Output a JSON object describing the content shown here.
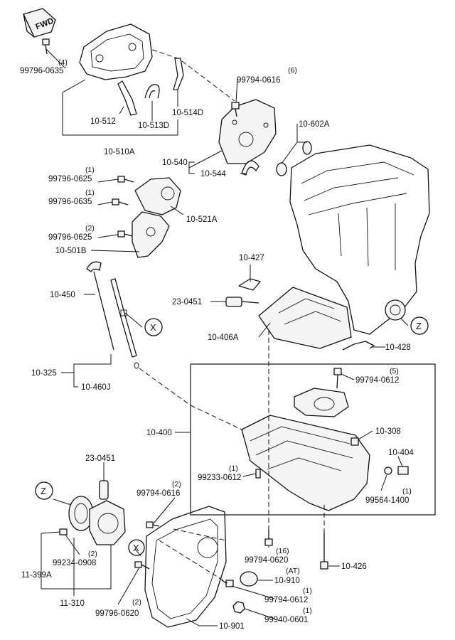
{
  "fwd_badge": "FWD",
  "parts": {
    "p1": {
      "num": "99796-0635",
      "qty": "(4)"
    },
    "p2": {
      "num": "99794-0616",
      "qty": "(6)"
    },
    "p3": {
      "num": "10-512"
    },
    "p4": {
      "num": "10-514D"
    },
    "p5": {
      "num": "10-513D"
    },
    "p6": {
      "num": "10-510A"
    },
    "p7": {
      "num": "10-602A"
    },
    "p8": {
      "num": "10-540"
    },
    "p9": {
      "num": "10-544"
    },
    "p10": {
      "num": "99796-0625",
      "qty": "(1)"
    },
    "p11": {
      "num": "99796-0635",
      "qty": "(1)"
    },
    "p12": {
      "num": "10-521A"
    },
    "p13": {
      "num": "99796-0625",
      "qty": "(2)"
    },
    "p14": {
      "num": "10-501B"
    },
    "p15": {
      "num": "10-427"
    },
    "p16": {
      "num": "10-450"
    },
    "p17": {
      "num": "23-0451"
    },
    "p18": {
      "num": "10-406A"
    },
    "p19": {
      "num": "10-428"
    },
    "p20": {
      "num": "10-325"
    },
    "p21": {
      "num": "10-460J"
    },
    "p22": {
      "num": "99794-0612",
      "qty": "(5)"
    },
    "p23": {
      "num": "10-400"
    },
    "p24": {
      "num": "10-308"
    },
    "p25": {
      "num": "10-404"
    },
    "p26": {
      "num": "99233-0612",
      "qty": "(1)"
    },
    "p27": {
      "num": "99564-1400",
      "qty": "(1)"
    },
    "p28": {
      "num": "23-0451"
    },
    "p29": {
      "num": "99794-0616",
      "qty": "(2)"
    },
    "p30": {
      "num": "99794-0620",
      "qty": "(16)"
    },
    "p31": {
      "num": "10-426"
    },
    "p32": {
      "num": "10-910",
      "qty": "(AT)"
    },
    "p33": {
      "num": "99234-0908",
      "qty": "(2)"
    },
    "p34": {
      "num": "11-399A"
    },
    "p35": {
      "num": "99794-0612",
      "qty": "(1)"
    },
    "p36": {
      "num": "11-310"
    },
    "p37": {
      "num": "99796-0620",
      "qty": "(2)"
    },
    "p38": {
      "num": "99940-0601",
      "qty": "(1)"
    },
    "p39": {
      "num": "10-901"
    }
  },
  "ref_markers": {
    "x1": "X",
    "z1": "Z",
    "z2": "Z",
    "x2": "X"
  }
}
